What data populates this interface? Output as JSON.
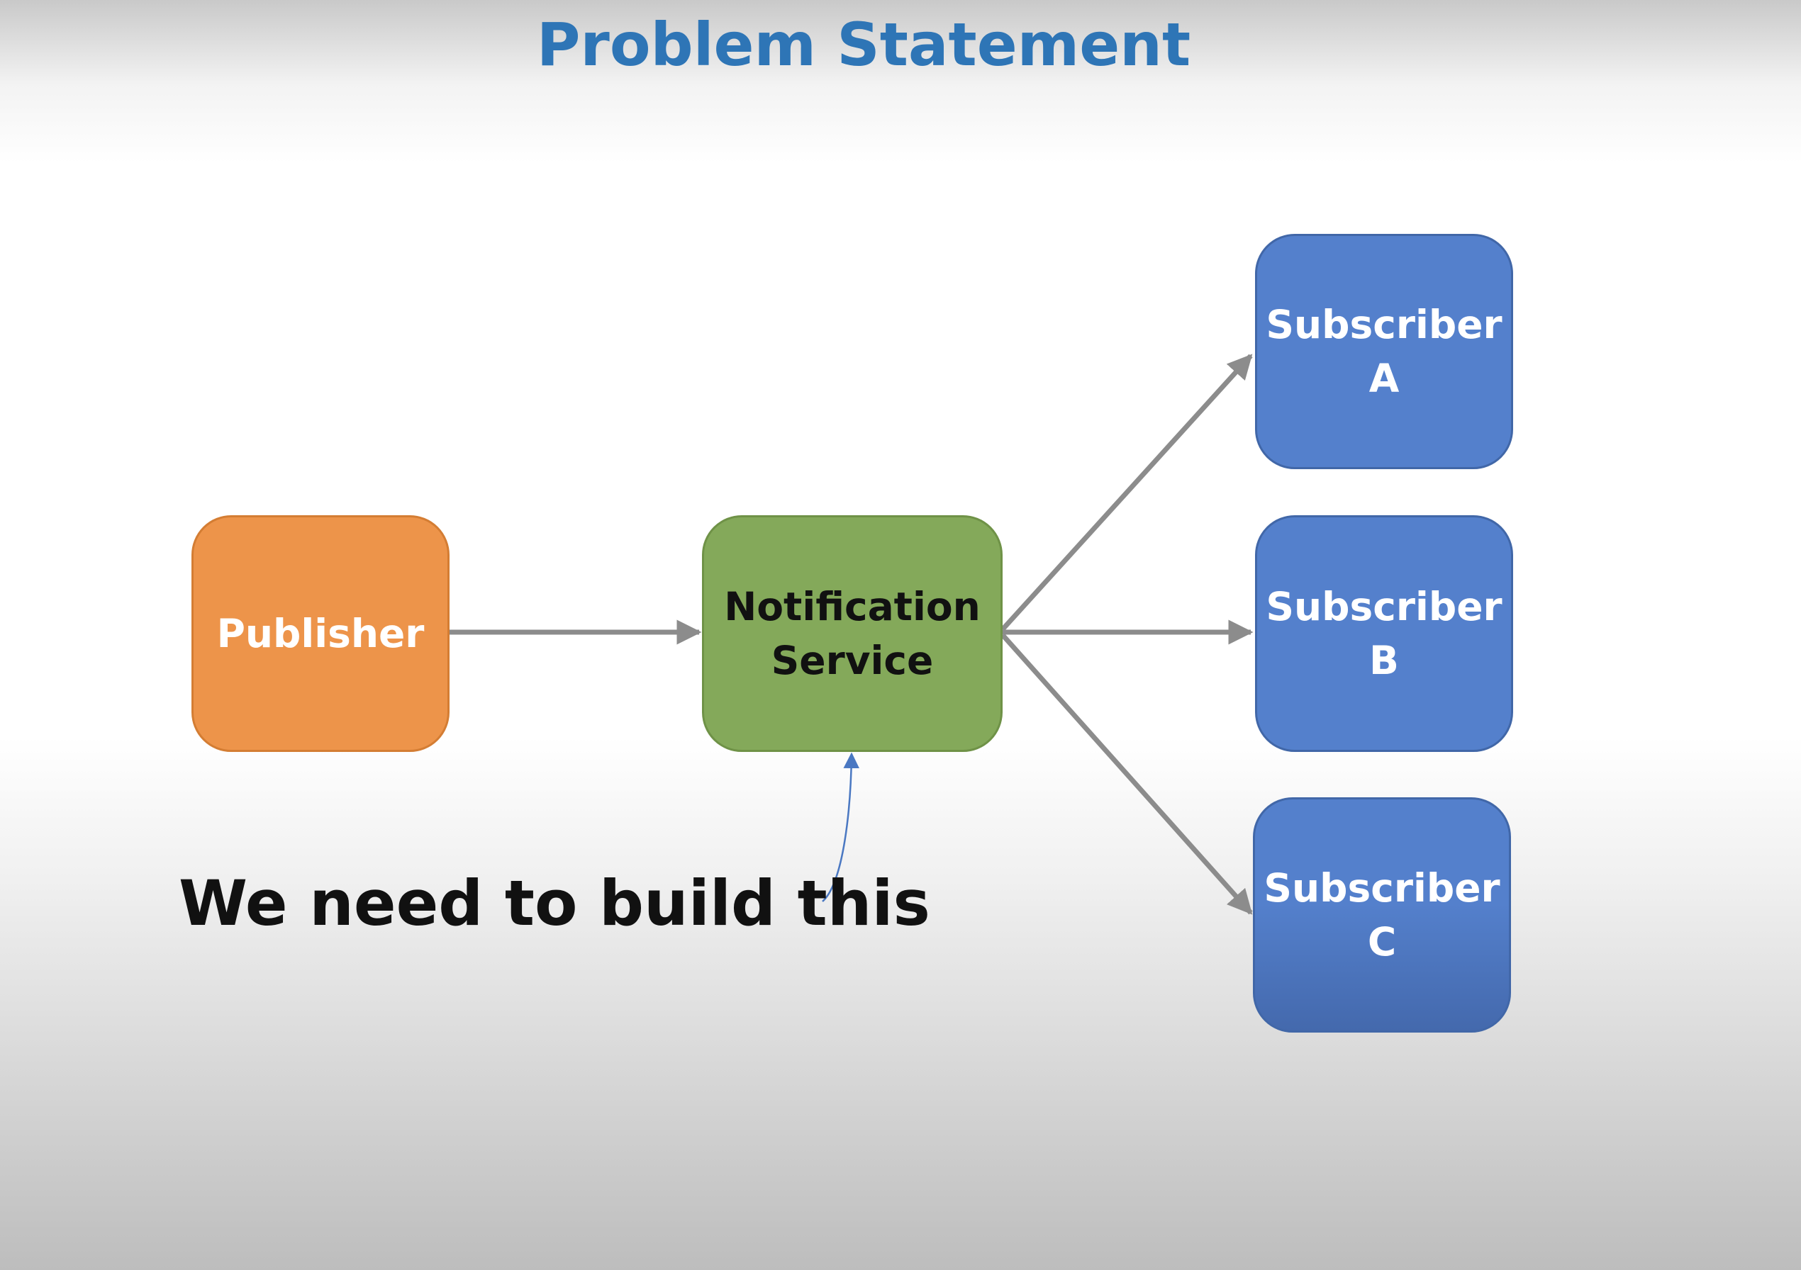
{
  "title": "Problem Statement",
  "nodes": {
    "publisher": "Publisher",
    "notification_service": "Notification\nService",
    "subscriber_a": "Subscriber\nA",
    "subscriber_b": "Subscriber\nB",
    "subscriber_c": "Subscriber\nC"
  },
  "annotation": "We need to build this",
  "colors": {
    "title": "#2e75b6",
    "publisher_fill": "#ed944a",
    "publisher_border": "#d47d33",
    "service_fill": "#84a95a",
    "service_border": "#6f9247",
    "subscriber_fill": "#5480cc",
    "subscriber_border": "#4167a8",
    "node_text_light": "#ffffff",
    "node_text_dark": "#111111",
    "connector": "#8c8c8c",
    "annotation_arrow": "#4a78c2",
    "annotation_text": "#111111"
  },
  "edges": [
    {
      "from": "Publisher",
      "to": "Notification Service"
    },
    {
      "from": "Notification Service",
      "to": "Subscriber A"
    },
    {
      "from": "Notification Service",
      "to": "Subscriber B"
    },
    {
      "from": "Notification Service",
      "to": "Subscriber C"
    }
  ]
}
